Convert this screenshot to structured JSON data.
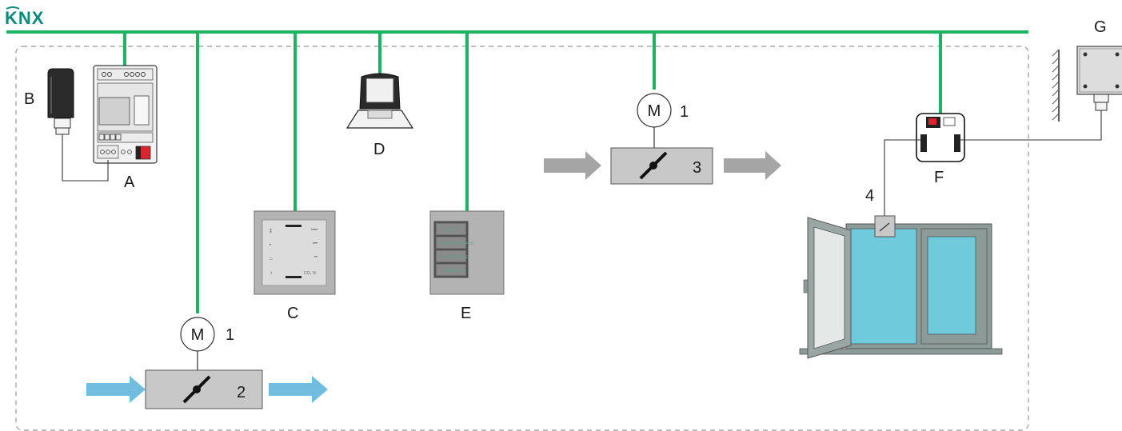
{
  "logo": {
    "text": "KNX"
  },
  "labels": {
    "A": "A",
    "B": "B",
    "C": "C",
    "D": "D",
    "E": "E",
    "F": "F",
    "G": "G"
  },
  "motors": [
    {
      "symbol": "M",
      "number": "1"
    },
    {
      "symbol": "M",
      "number": "1"
    }
  ],
  "dampers": [
    {
      "number": "2"
    },
    {
      "number": "3"
    }
  ],
  "window_contact": {
    "number": "4"
  },
  "push_button_e": {
    "buttons": [
      "LIGHT",
      "SHADE CONTROL",
      "SHADE MODE",
      "SHADE OFF"
    ]
  },
  "room_panel_c": {
    "readout": "CO₂ %"
  },
  "colors": {
    "bus": "#1db360",
    "air_blue": "#71bde0",
    "air_grey": "#a5a5a5",
    "device_grey": "#c8c8c8",
    "glass": "#6fcadc",
    "frame": "#8c9a98",
    "logo": "#0a8a7a"
  }
}
